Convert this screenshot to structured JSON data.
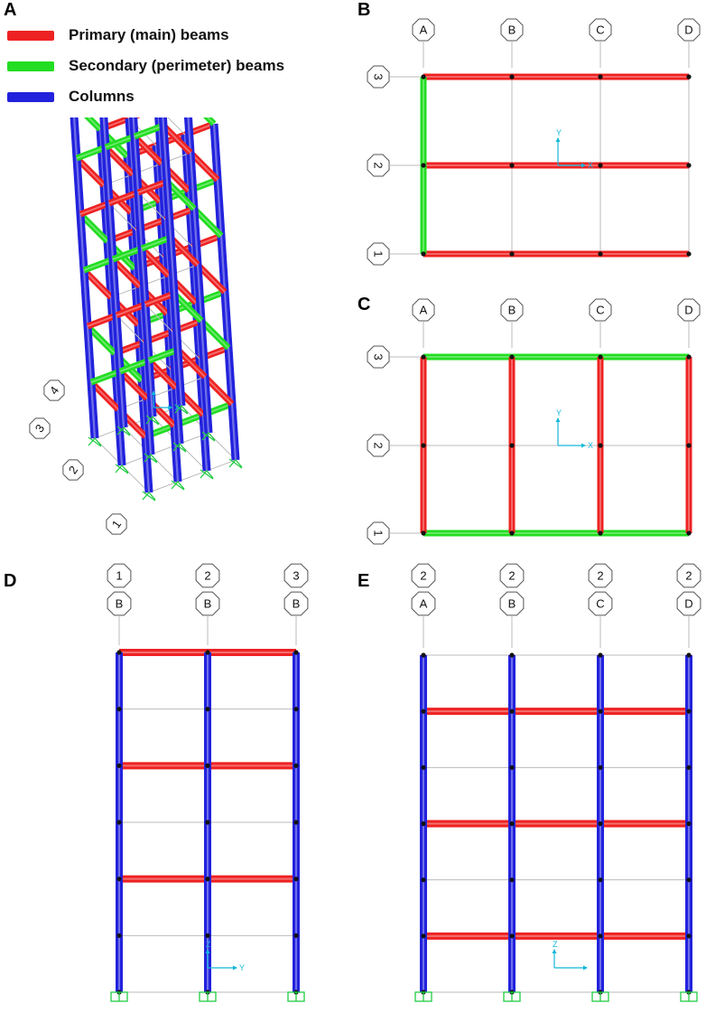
{
  "panels": {
    "a": {
      "letter": "A"
    },
    "b": {
      "letter": "B"
    },
    "c": {
      "letter": "C"
    },
    "d": {
      "letter": "D"
    },
    "e": {
      "letter": "E"
    }
  },
  "legend": [
    {
      "label": "Primary (main) beams",
      "color": "#ee2222"
    },
    {
      "label": "Secondary (perimeter) beams",
      "color": "#22dd22"
    },
    {
      "label": "Columns",
      "color": "#2222dd"
    }
  ],
  "colors": {
    "primary": "#ee2222",
    "secondary": "#22dd22",
    "column": "#2222dd",
    "grid": "#bbbbbb",
    "support": "#22cc44",
    "axis": "#14b8d8"
  },
  "plan_b": {
    "col_labels": [
      "A",
      "B",
      "C",
      "D"
    ],
    "row_labels": [
      "3",
      "2",
      "1"
    ],
    "axis_labels": {
      "y": "Y",
      "x": "X"
    }
  },
  "plan_c": {
    "col_labels": [
      "A",
      "B",
      "C",
      "D"
    ],
    "row_labels": [
      "3",
      "2",
      "1"
    ],
    "axis_labels": {
      "y": "Y",
      "x": "X"
    }
  },
  "elev_d": {
    "top_labels": [
      "1",
      "2",
      "3"
    ],
    "bottom_labels": [
      "B",
      "B",
      "B"
    ],
    "axis_labels": {
      "z": "Z",
      "y": "Y"
    }
  },
  "elev_e": {
    "top_labels": [
      "2",
      "2",
      "2",
      "2"
    ],
    "bottom_labels": [
      "A",
      "B",
      "C",
      "D"
    ],
    "axis_labels": {
      "z": "Z"
    }
  },
  "iso_a": {
    "axis_labels": {
      "x": "X"
    },
    "grid_labels": [
      "1",
      "2",
      "3",
      "4"
    ]
  }
}
